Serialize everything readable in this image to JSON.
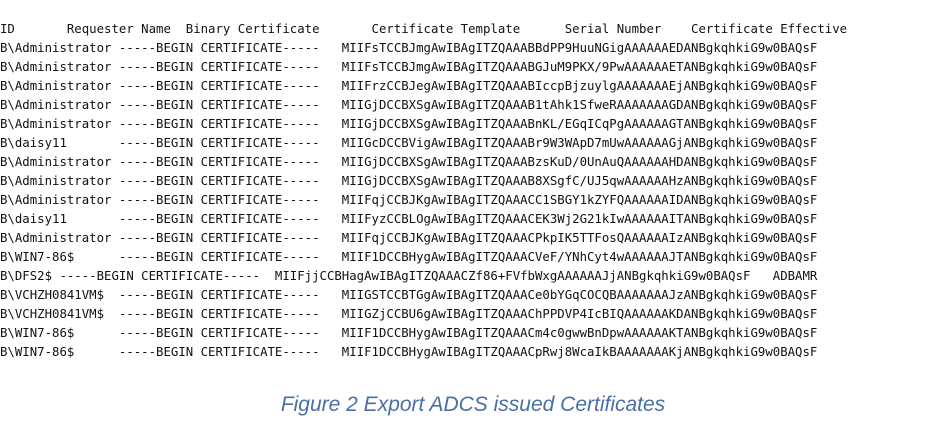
{
  "console": {
    "header": "ID       Requester Name  Binary Certificate       Certificate Template      Serial Number    Certificate Effective",
    "rows": [
      "B\\Administrator -----BEGIN CERTIFICATE-----   MIIFsTCCBJmgAwIBAgITZQAAABBdPP9HuuNGigAAAAAAEDANBgkqhkiG9w0BAQsF",
      "B\\Administrator -----BEGIN CERTIFICATE-----   MIIFsTCCBJmgAwIBAgITZQAAABGJuM9PKX/9PwAAAAAAETANBgkqhkiG9w0BAQsF",
      "B\\Administrator -----BEGIN CERTIFICATE-----   MIIFrzCCBJegAwIBAgITZQAAABIccpBjzuylgAAAAAAAEjANBgkqhkiG9w0BAQsF",
      "B\\Administrator -----BEGIN CERTIFICATE-----   MIIGjDCCBXSgAwIBAgITZQAAAB1tAhk1SfweRAAAAAAAGDANBgkqhkiG9w0BAQsF",
      "B\\Administrator -----BEGIN CERTIFICATE-----   MIIGjDCCBXSgAwIBAgITZQAAABnKL/EGqICqPgAAAAAAGTANBgkqhkiG9w0BAQsF",
      "B\\daisy11       -----BEGIN CERTIFICATE-----   MIIGcDCCBVigAwIBAgITZQAAABr9W3WApD7mUwAAAAAAGjANBgkqhkiG9w0BAQsF",
      "B\\Administrator -----BEGIN CERTIFICATE-----   MIIGjDCCBXSgAwIBAgITZQAAABzsKuD/0UnAuQAAAAAAHDANBgkqhkiG9w0BAQsF",
      "B\\Administrator -----BEGIN CERTIFICATE-----   MIIGjDCCBXSgAwIBAgITZQAAAB8XSgfC/UJ5qwAAAAAAHzANBgkqhkiG9w0BAQsF",
      "B\\Administrator -----BEGIN CERTIFICATE-----   MIIFqjCCBJKgAwIBAgITZQAAACC1SBGY1kZYFQAAAAAAIDANBgkqhkiG9w0BAQsF",
      "B\\daisy11       -----BEGIN CERTIFICATE-----   MIIFyzCCBLOgAwIBAgITZQAAACEK3Wj2G21kIwAAAAAAITANBgkqhkiG9w0BAQsF",
      "B\\Administrator -----BEGIN CERTIFICATE-----   MIIFqjCCBJKgAwIBAgITZQAAACPkpIK5TTFosQAAAAAAIzANBgkqhkiG9w0BAQsF",
      "B\\WIN7-86$      -----BEGIN CERTIFICATE-----   MIIF1DCCBHygAwIBAgITZQAAACVeF/YNhCyt4wAAAAAAJTANBgkqhkiG9w0BAQsF",
      "B\\DFS2$ -----BEGIN CERTIFICATE-----  MIIFjjCCBHagAwIBAgITZQAAACZf86+FVfbWxgAAAAAAJjANBgkqhkiG9w0BAQsF   ADBAMR",
      "B\\VCHZH0841VM$  -----BEGIN CERTIFICATE-----   MIIGSTCCBTGgAwIBAgITZQAAACe0bYGqCOCQBAAAAAAAJzANBgkqhkiG9w0BAQsF",
      "B\\VCHZH0841VM$  -----BEGIN CERTIFICATE-----   MIIGZjCCBU6gAwIBAgITZQAAAChPPDVP4IcBIQAAAAAAKDANBgkqhkiG9w0BAQsF",
      "B\\WIN7-86$      -----BEGIN CERTIFICATE-----   MIIF1DCCBHygAwIBAgITZQAAACm4c0gwwBnDpwAAAAAAKTANBgkqhkiG9w0BAQsF",
      "B\\WIN7-86$      -----BEGIN CERTIFICATE-----   MIIF1DCCBHygAwIBAgITZQAAACpRwj8WcaIkBAAAAAAAKjANBgkqhkiG9w0BAQsF"
    ]
  },
  "caption": "Figure 2 Export ADCS issued Certificates"
}
